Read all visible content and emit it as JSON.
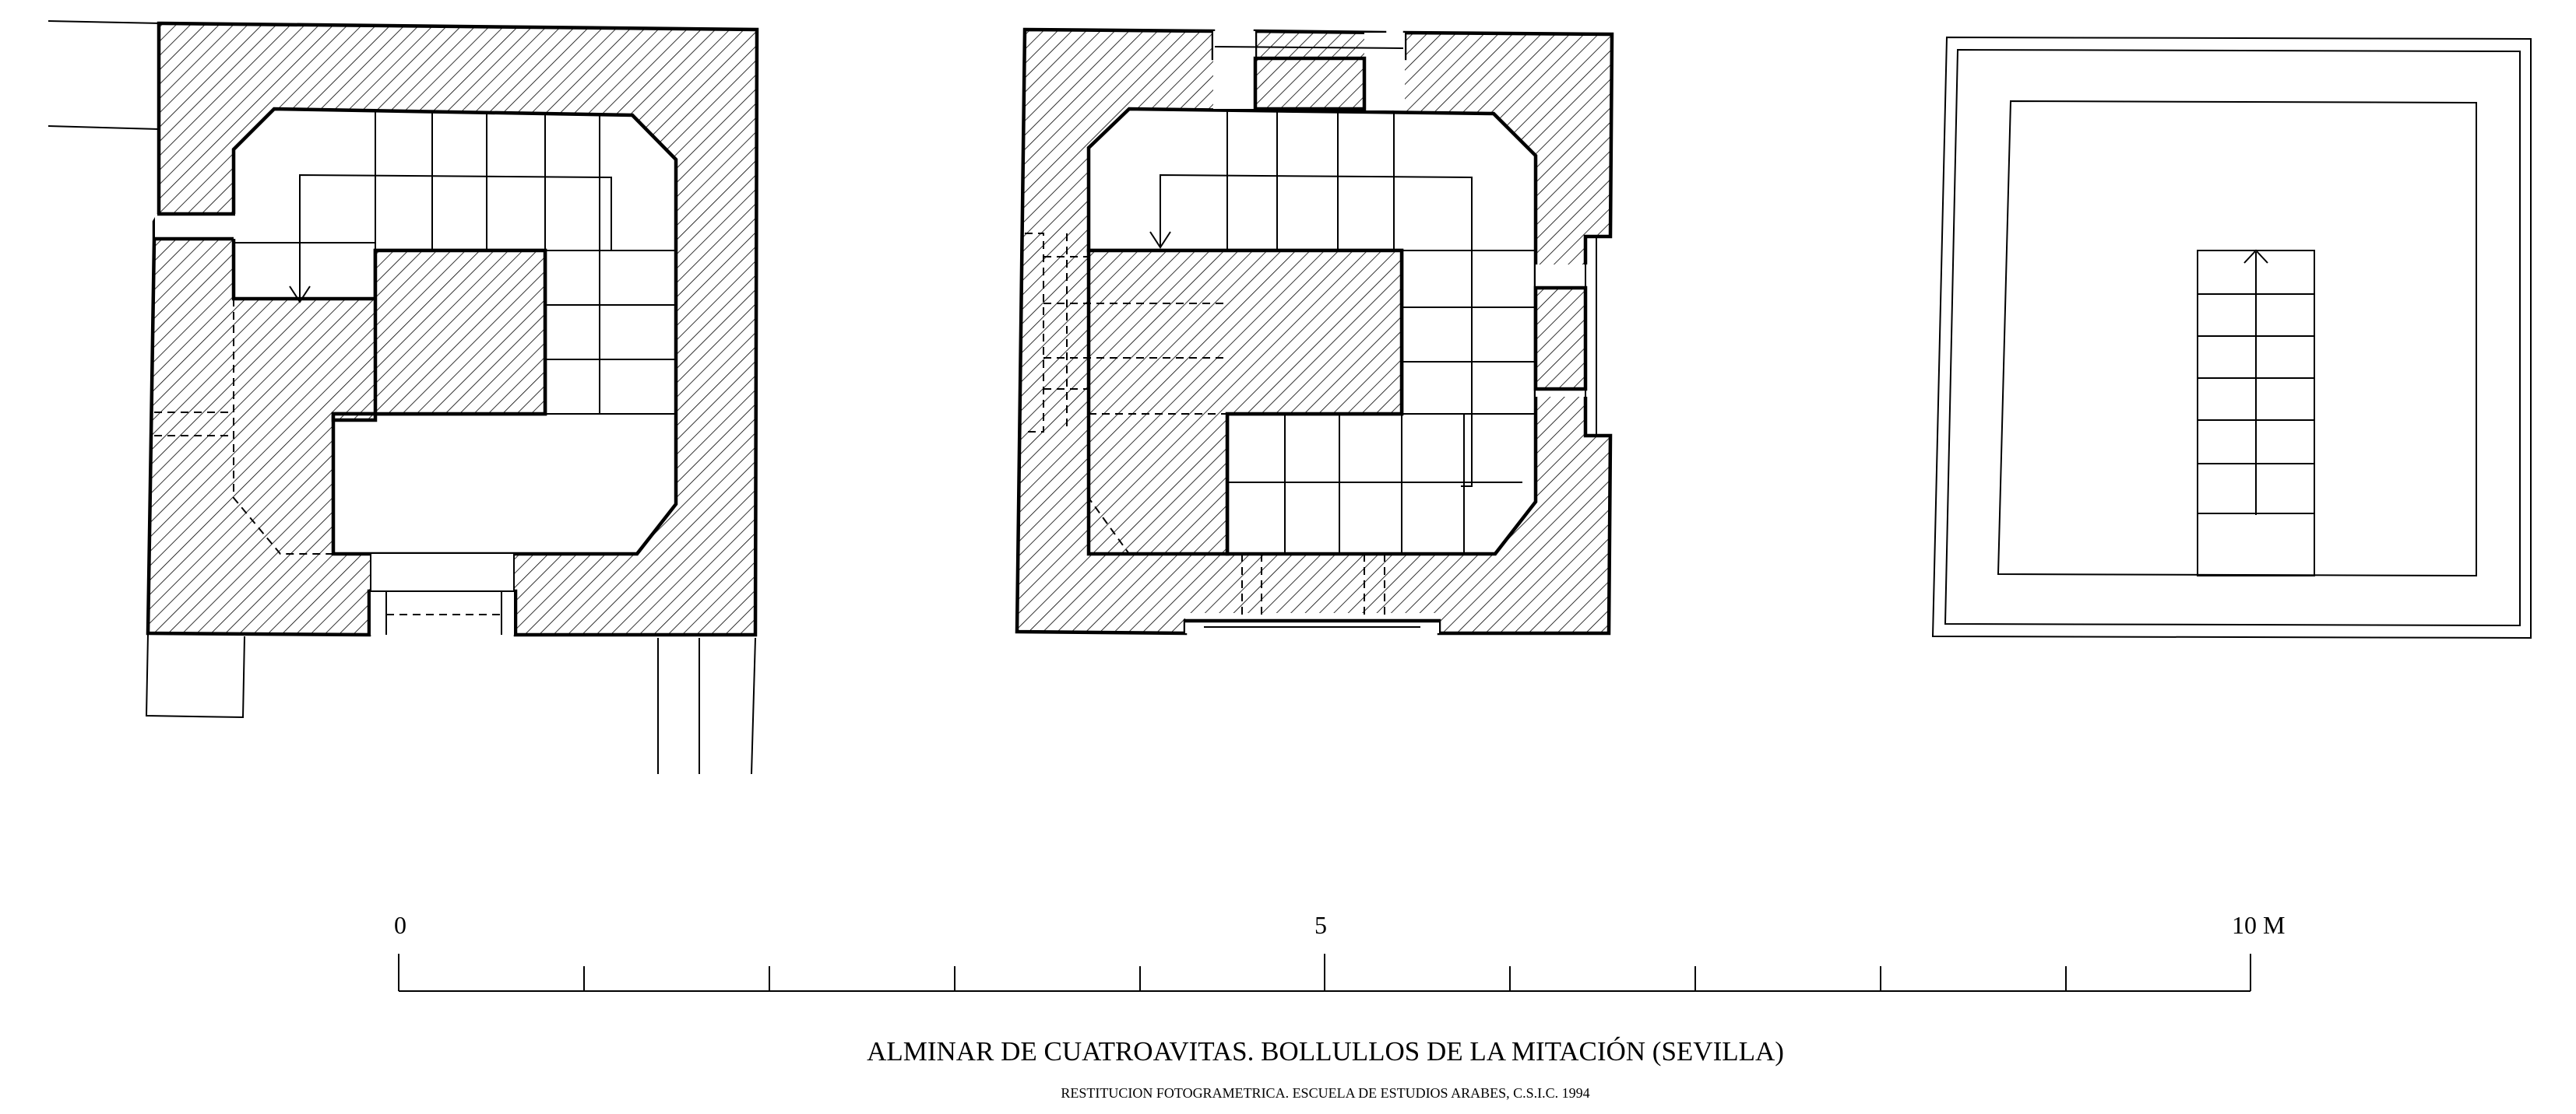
{
  "title": "ALMINAR DE CUATROAVITAS. BOLLULLOS DE LA MITACIÓN (SEVILLA)",
  "subtitle": "RESTITUCION FOTOGRAMETRICA. ESCUELA DE ESTUDIOS ARABES, C.S.I.C. 1994",
  "scale_bar": {
    "labels": [
      "0",
      "5",
      "10 M"
    ],
    "divisions": 10
  },
  "plans": [
    {
      "id": "ground-floor-plan"
    },
    {
      "id": "upper-floor-plan"
    },
    {
      "id": "roof-plan"
    }
  ],
  "colors": {
    "ink": "#000000",
    "paper": "#ffffff"
  }
}
